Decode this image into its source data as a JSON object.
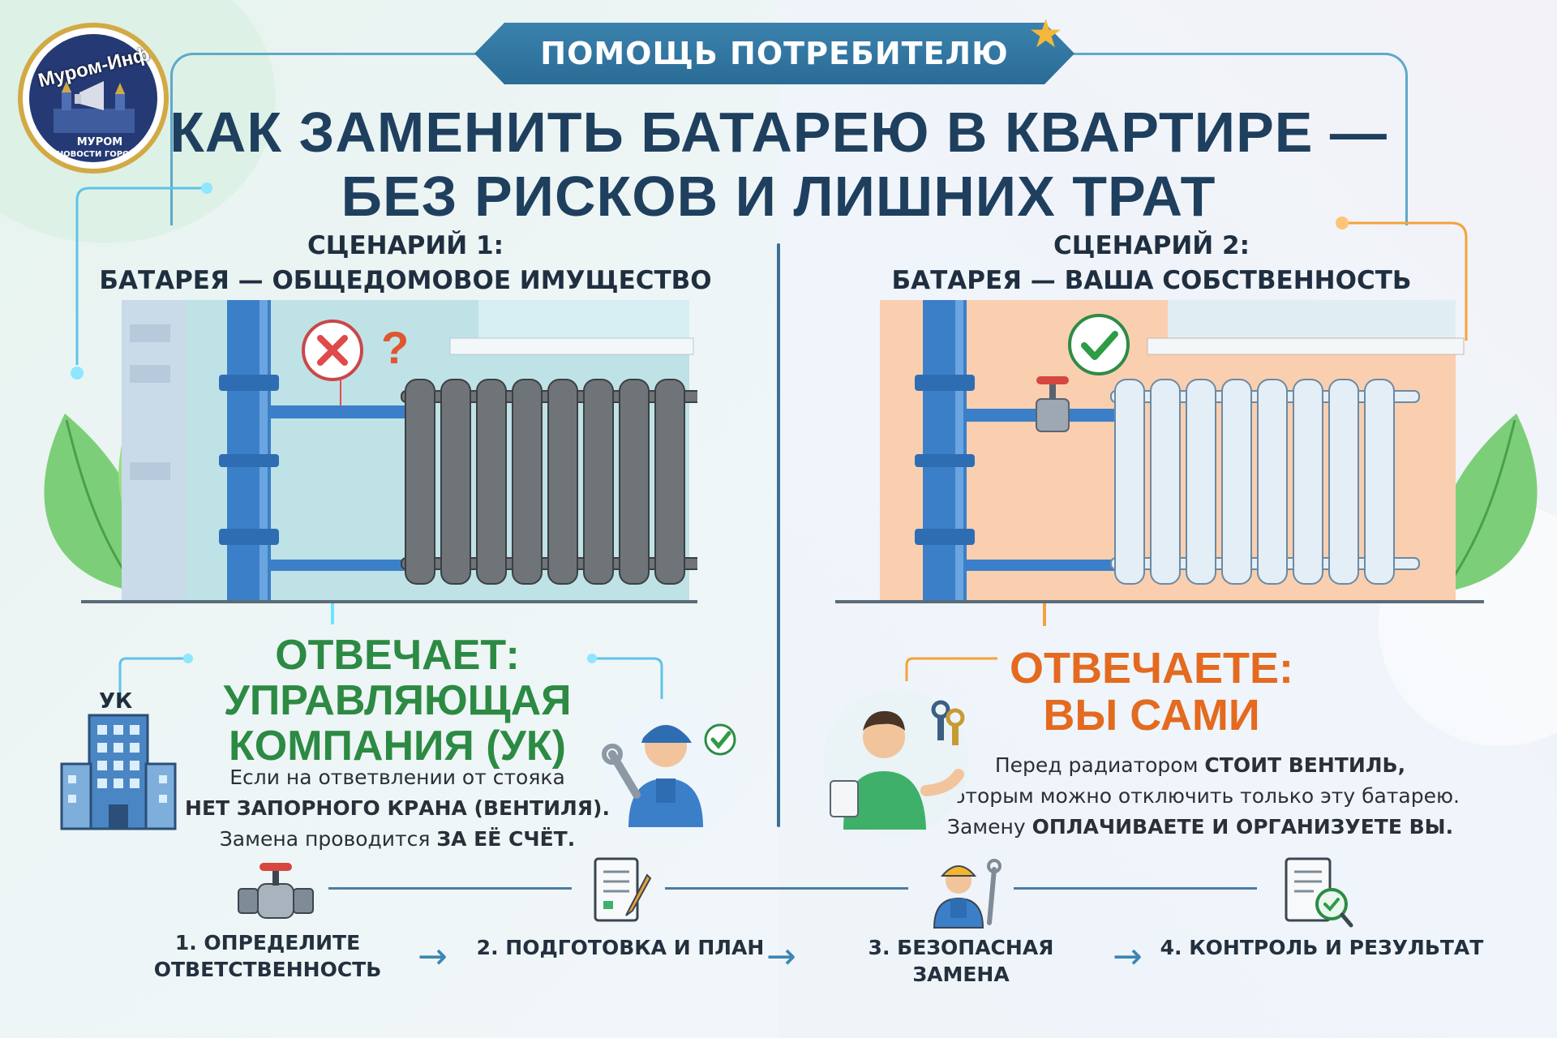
{
  "header": {
    "banner": "ПОМОЩЬ ПОТРЕБИТЕЛЮ",
    "title_line1": "КАК ЗАМЕНИТЬ БАТАРЕЮ В КВАРТИРЕ —",
    "title_line2": "БЕЗ РИСКОВ И ЛИШНИХ ТРАТ"
  },
  "logo": {
    "name": "Муром-Инфо",
    "city": "МУРОМ",
    "subtitle": "НОВОСТИ ГОРОДА"
  },
  "scenario1": {
    "heading_line1": "СЦЕНАРИЙ 1:",
    "heading_line2": "БАТАРЕЯ — ОБЩЕДОМОВОЕ ИМУЩЕСТВО",
    "building_label": "УК",
    "resp_line1": "ОТВЕЧАЕТ:",
    "resp_line2": "УПРАВЛЯЮЩАЯ",
    "resp_line3": "КОМПАНИЯ (УК)",
    "desc_line1": "Если на ответвлении от стояка",
    "desc_line2_bold": "НЕТ ЗАПОРНОГО КРАНА (ВЕНТИЛЯ).",
    "desc_line3_pre": "Замена проводится ",
    "desc_line3_bold": "ЗА ЕЁ СЧЁТ."
  },
  "scenario2": {
    "heading_line1": "СЦЕНАРИЙ 2:",
    "heading_line2": "БАТАРЕЯ — ВАША СОБСТВЕННОСТЬ",
    "resp_line1": "ОТВЕЧАЕТЕ:",
    "resp_line2": "ВЫ САМИ",
    "desc_line1_pre": "Перед радиатором ",
    "desc_line1_bold": "СТОИТ ВЕНТИЛЬ,",
    "desc_line2": "которым можно отключить только эту батарею.",
    "desc_line3_pre": "Замену ",
    "desc_line3_bold": "ОПЛАЧИВАЕТЕ И ОРГАНИЗУЕТЕ ВЫ."
  },
  "steps": [
    {
      "line1": "1. ОПРЕДЕЛИТЕ",
      "line2": "ОТВЕТСТВЕННОСТЬ",
      "icon": "valve-icon"
    },
    {
      "line1": "2. ПОДГОТОВКА И ПЛАН",
      "line2": "",
      "icon": "document-icon"
    },
    {
      "line1": "3. БЕЗОПАСНАЯ ЗАМЕНА",
      "line2": "",
      "icon": "worker-icon"
    },
    {
      "line1": "4. КОНТРОЛЬ И РЕЗУЛЬТАТ",
      "line2": "",
      "icon": "checklist-icon"
    }
  ],
  "colors": {
    "title": "#1f3f5e",
    "banner": "#2f75a1",
    "green": "#2c8a43",
    "orange": "#e46a1f",
    "pipe": "#3b7fc9"
  }
}
